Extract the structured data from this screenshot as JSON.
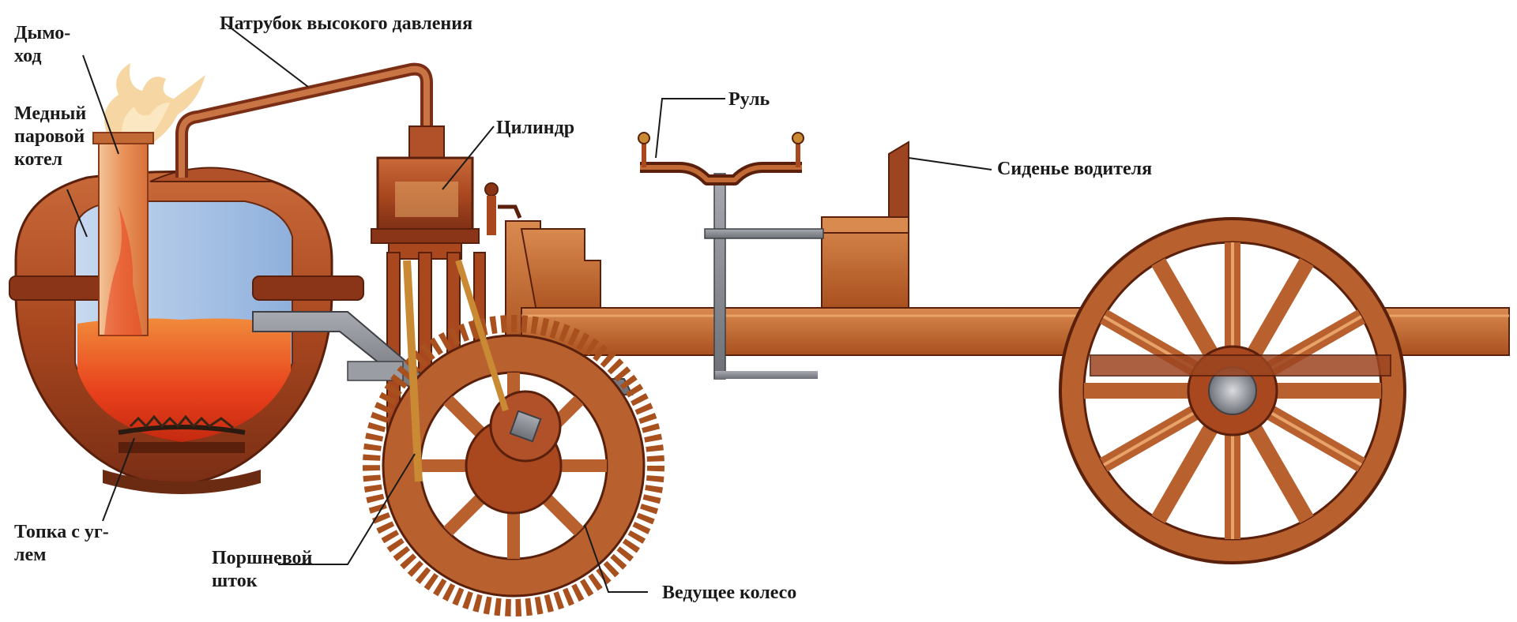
{
  "labels": {
    "chimney_1": "Дымо-",
    "chimney_2": "ход",
    "high_pressure_pipe": "Патрубок высокого давления",
    "boiler_1": "Медный",
    "boiler_2": "паровой",
    "boiler_3": "котел",
    "cylinder": "Цилиндр",
    "steering": "Руль",
    "driver_seat": "Сиденье водителя",
    "firebox_1": "Топка с уг-",
    "firebox_2": "лем",
    "piston_rod_1": "Поршневой",
    "piston_rod_2": "шток",
    "drive_wheel": "Ведущее колесо"
  },
  "colors": {
    "copper": "#b5532b",
    "copper_dark": "#7a2e15",
    "wood": "#b8612f",
    "wood_light": "#d98a4f",
    "iron": "#8a8d93",
    "fire": "#e8401c",
    "water": "#a8c3e6",
    "brass": "#c98a33"
  }
}
